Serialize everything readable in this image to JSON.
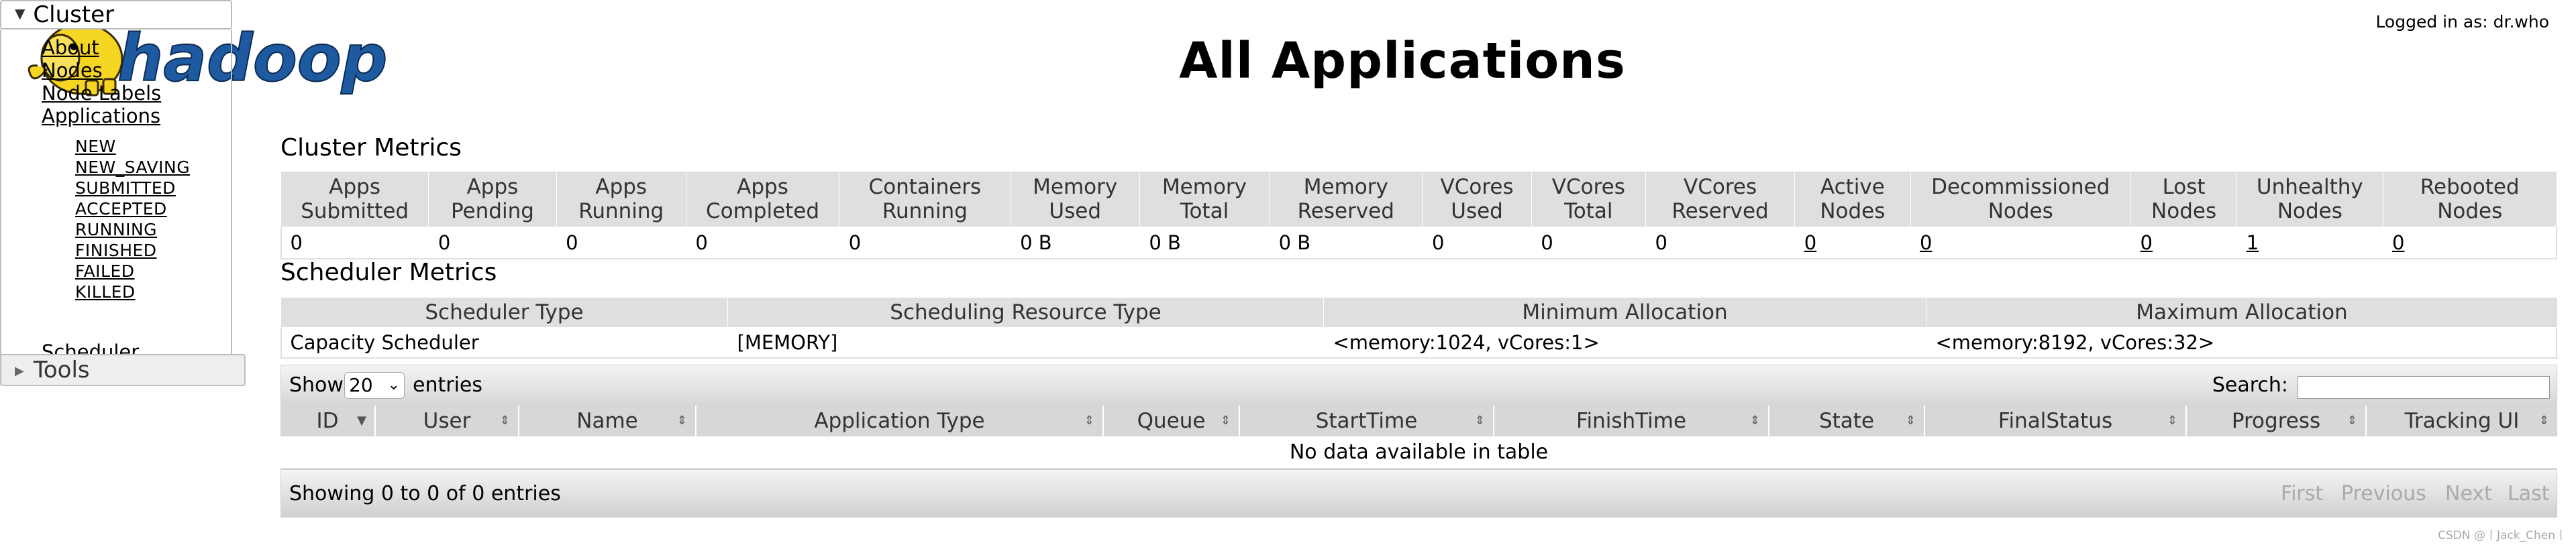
{
  "header": {
    "title": "All Applications",
    "logged_in": "Logged in as: dr.who"
  },
  "sidebar": {
    "cluster_label": "Cluster",
    "links": [
      "About",
      "Nodes",
      "Node Labels",
      "Applications"
    ],
    "states": [
      "NEW",
      "NEW_SAVING",
      "SUBMITTED",
      "ACCEPTED",
      "RUNNING",
      "FINISHED",
      "FAILED",
      "KILLED"
    ],
    "scheduler_label": "Scheduler",
    "tools_label": "Tools"
  },
  "cluster_metrics": {
    "title": "Cluster Metrics",
    "headers": [
      [
        "Apps",
        "Submitted"
      ],
      [
        "Apps",
        "Pending"
      ],
      [
        "Apps",
        "Running"
      ],
      [
        "Apps",
        "Completed"
      ],
      [
        "Containers",
        "Running"
      ],
      [
        "Memory",
        "Used"
      ],
      [
        "Memory",
        "Total"
      ],
      [
        "Memory",
        "Reserved"
      ],
      [
        "VCores",
        "Used"
      ],
      [
        "VCores",
        "Total"
      ],
      [
        "VCores",
        "Reserved"
      ],
      [
        "Active",
        "Nodes"
      ],
      [
        "Decommissioned",
        "Nodes"
      ],
      [
        "Lost",
        "Nodes"
      ],
      [
        "Unhealthy",
        "Nodes"
      ],
      [
        "Rebooted",
        "Nodes"
      ]
    ],
    "values": [
      "0",
      "0",
      "0",
      "0",
      "0",
      "0 B",
      "0 B",
      "0 B",
      "0",
      "0",
      "0",
      "0",
      "0",
      "0",
      "1",
      "0"
    ]
  },
  "scheduler_metrics": {
    "title": "Scheduler Metrics",
    "headers": [
      "Scheduler Type",
      "Scheduling Resource Type",
      "Minimum Allocation",
      "Maximum Allocation"
    ],
    "values": [
      "Capacity Scheduler",
      "[MEMORY]",
      "<memory:1024, vCores:1>",
      "<memory:8192, vCores:32>"
    ]
  },
  "apps_table": {
    "show_label": "Show",
    "entries_value": "20",
    "entries_label": "entries",
    "search_label": "Search:",
    "search_value": "",
    "columns": [
      "ID",
      "User",
      "Name",
      "Application Type",
      "Queue",
      "StartTime",
      "FinishTime",
      "State",
      "FinalStatus",
      "Progress",
      "Tracking UI"
    ],
    "empty_message": "No data available in table",
    "showing_info": "Showing 0 to 0 of 0 entries",
    "pagination": [
      "First",
      "Previous",
      "Next",
      "Last"
    ]
  },
  "watermark": "CSDN @丨Jack_Chen丨",
  "colors": {
    "header_bg": "#dfdfdf",
    "logo_yellow": "#f5d623",
    "logo_blue": "#1e5aa0"
  }
}
